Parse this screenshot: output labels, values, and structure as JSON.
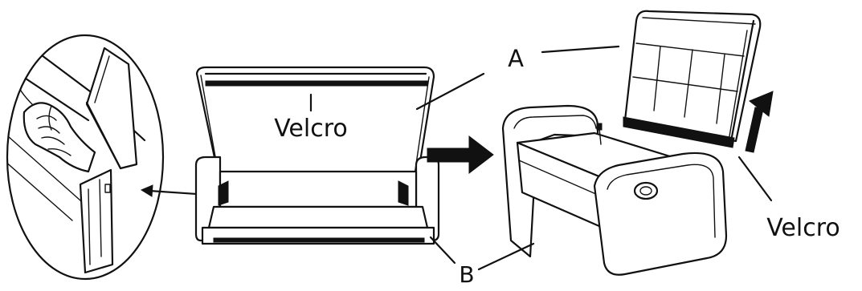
{
  "labels": {
    "velcro_top": "Velcro",
    "velcro_right": "Velcro",
    "label_a": "A",
    "label_b": "B"
  },
  "colors": {
    "line": "#111111",
    "background": "#ffffff"
  }
}
